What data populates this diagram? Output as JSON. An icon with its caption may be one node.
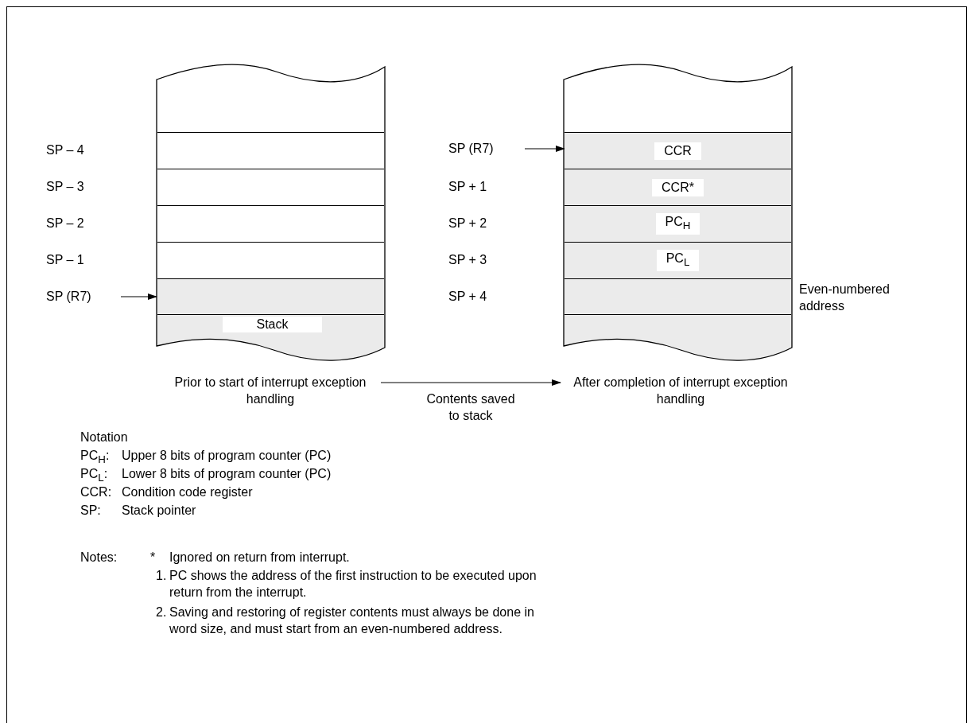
{
  "diagram": {
    "nodes": [
      {
        "text": [],
        "shape": "box"
      },
      {
        "text": [],
        "shape": "box"
      },
      {
        "text": [],
        "shape": "box"
      },
      {
        "text": [],
        "shape": "box"
      },
      {
        "text": [],
        "shape": "box"
      },
      {
        "text": [
          "SP (R7)"
        ]
      },
      {
        "text": [
          "SP (R7)"
        ]
      },
      {
        "text": [
          "CCR"
        ]
      },
      {
        "text": [
          "CCR*"
        ]
      },
      {
        "text": [
          "PC$_{H}$"
        ]
      },
      {
        "text": [
          "PC$_{L}$"
        ]
      },
      {
        "text": [],
        "shape": "box",
        "beside": [
          "Even-numbered address"
        ]
      },
      {
        "text": [
          "Prior to start of interrupt exception handling"
        ]
      },
      {
        "text": [
          "After completion of interrupt exception handling"
        ]
      }
    ],
    "edges": [
      {
        "from": 5,
        "to": 4,
        "arrow": "to"
      },
      {
        "from": 6,
        "to": 7,
        "arrow": "to"
      },
      {
        "from": 12,
        "to": 13,
        "arrow": "to",
        "label": "Contents saved to stack"
      }
    ],
    "labels": [
      "SP – 4",
      "SP – 3",
      "SP – 2",
      "SP – 1",
      "SP + 1",
      "SP + 2",
      "SP + 3",
      "SP + 4",
      "Stack",
      "Notation",
      "PC$_{H}$:",
      "Upper 8 bits of program counter (PC)",
      "PC$_{L}$:",
      "Lower 8 bits of program counter (PC)",
      "CCR:",
      "Condition code register",
      "SP:",
      "Stack pointer",
      "Notes:",
      "*",
      "Ignored on return from interrupt.",
      "1.",
      "PC shows the address of the first instruction to be executed upon return from the interrupt.",
      "2.",
      "Saving and restoring of register contents must always be done in word size, and must start from an even-numbered address."
    ]
  }
}
